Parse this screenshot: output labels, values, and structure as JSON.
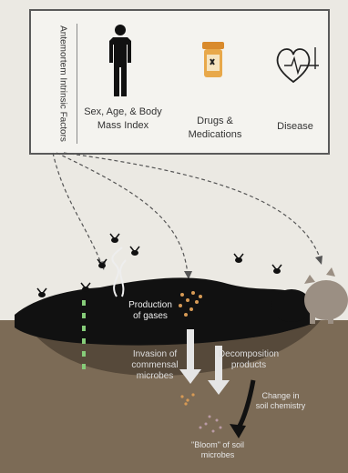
{
  "factors_panel": {
    "title": "Antemortem Intrinsic Factors",
    "items": [
      {
        "label": "Sex, Age, & Body Mass Index",
        "icon": "person-icon"
      },
      {
        "label": "Drugs & Medications",
        "icon": "pill-bottle-icon"
      },
      {
        "label": "Disease",
        "icon": "heart-ecg-icon"
      }
    ]
  },
  "annotations": {
    "gases": "Production of gases",
    "invasion": "Invasion of commensal microbes",
    "decomp": "Decomposition products",
    "soil_chem": "Change in soil chemistry",
    "bloom": "\"Bloom\" of soil microbes"
  },
  "colors": {
    "soil": "#7c6b56",
    "soil_dark": "#56493a",
    "body": "#111111",
    "microbe_orange": "#d79a55",
    "microbe_green": "#86cc79",
    "scavenger": "#9b8f83"
  }
}
